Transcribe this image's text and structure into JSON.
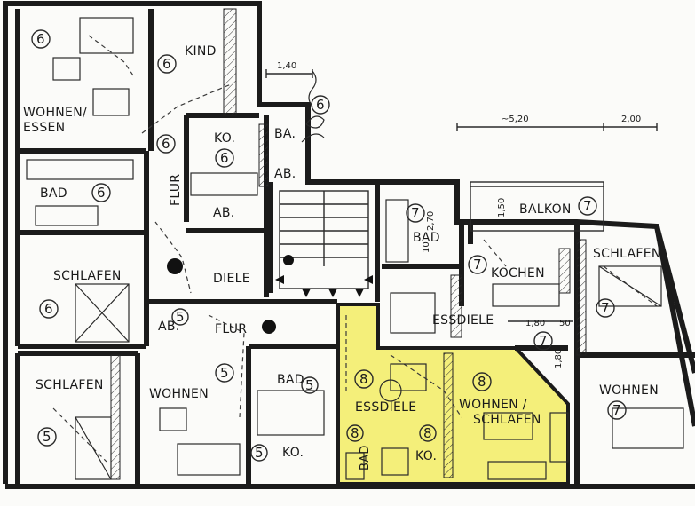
{
  "colors": {
    "highlight": "#f4ef7a",
    "wall": "#1b1b1b",
    "paper": "#fbfbf9"
  },
  "dimensions": {
    "d1": "1,40",
    "d2": "~5,20",
    "d3": "2,00",
    "d4": "1,50",
    "d5": "2,70",
    "d6": "1,80",
    "d7": "50",
    "d8": "1,80",
    "d9": "10"
  },
  "rooms": {
    "kind": "KIND",
    "wohnen_essen": "WOHNEN/\nESSEN",
    "ko_6": "KO.",
    "ba": "BA.",
    "bad_6": "BAD",
    "flur_6": "FLUR",
    "ab_6": "AB.",
    "ab_stair": "AB.",
    "diele_6": "DIELE",
    "schlafen_6": "SCHLAFEN",
    "bad_7": "BAD",
    "balkon": "BALKON",
    "kochen_7": "KOCHEN",
    "schlafen_7": "SCHLAFEN",
    "essdiele_7": "ESSDIELE",
    "flur_5": "FLUR",
    "ab_5": "AB.",
    "bad_5": "BAD",
    "schlafen_5": "SCHLAFEN",
    "wohnen_5": "WOHNEN",
    "ko_5": "KO.",
    "essdiele_8": "ESSDIELE",
    "wohnen_schlafen_8": "WOHNEN /\nSCHLAFEN",
    "bad_8": "BAD",
    "ko_8": "KO.",
    "wohnen_7": "WOHNEN"
  },
  "units": {
    "u5": "5",
    "u6": "6",
    "u7": "7",
    "u8": "8"
  }
}
